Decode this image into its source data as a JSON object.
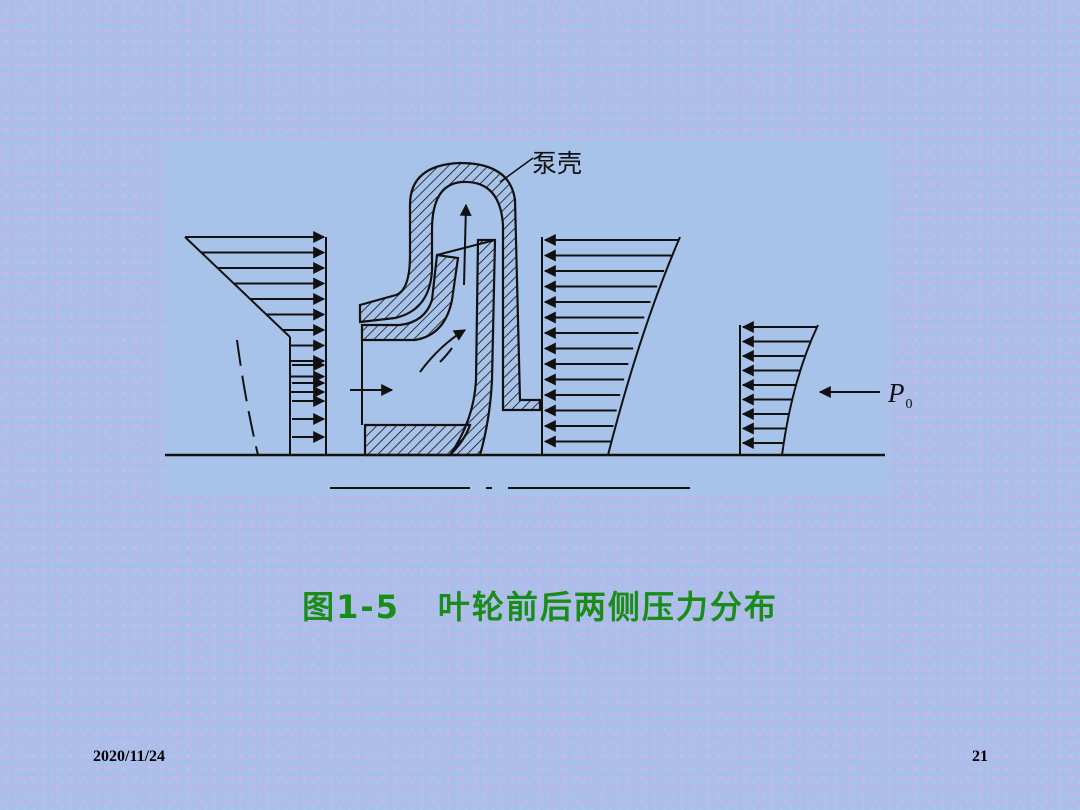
{
  "figure": {
    "labels": {
      "pump_casing": "泵壳",
      "p0": "P",
      "p0_sub": "0"
    }
  },
  "caption": {
    "number": "图1-5",
    "text": "叶轮前后两侧压力分布"
  },
  "footer": {
    "date": "2020/11/24",
    "page": "21"
  },
  "colors": {
    "caption": "#1a8c1a",
    "drawing": "#111111"
  }
}
